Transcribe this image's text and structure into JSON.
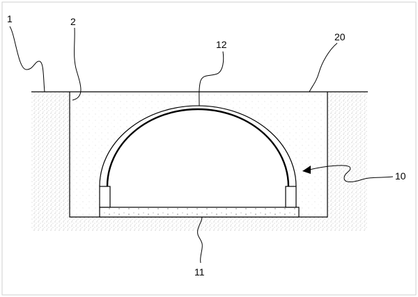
{
  "labels": {
    "ground": "1",
    "trench": "2",
    "arch_structure": "10",
    "base_slab": "11",
    "arch_shell": "12",
    "backfill": "20"
  }
}
